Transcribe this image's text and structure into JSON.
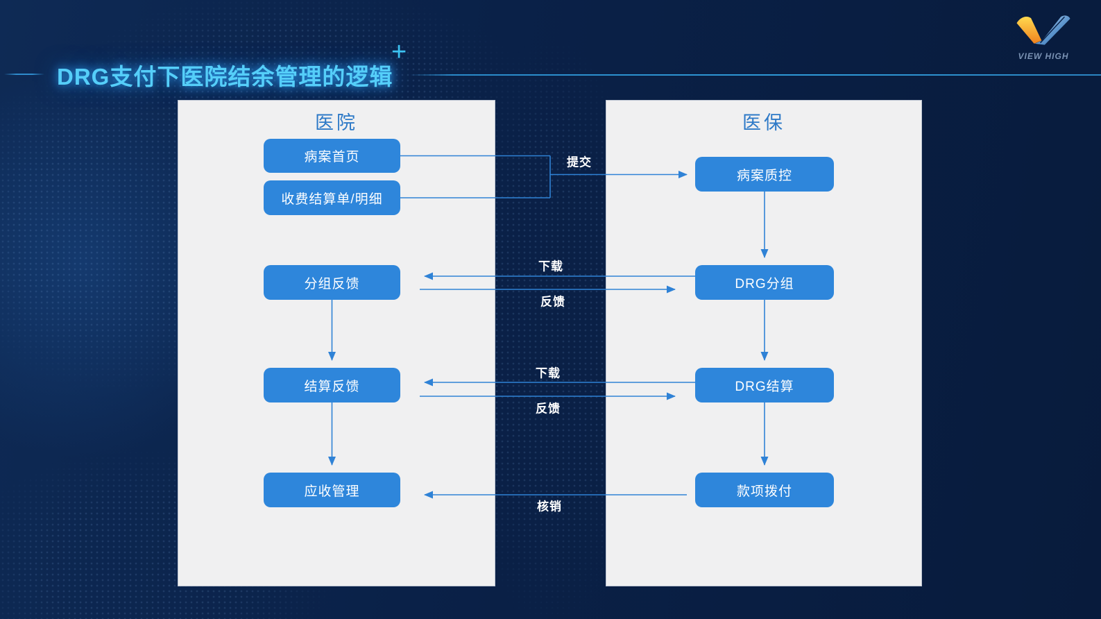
{
  "slide": {
    "title": "DRG支付下医院结余管理的逻辑",
    "plus_mark": "+"
  },
  "logo": {
    "text": "VIEW HIGH"
  },
  "colors": {
    "background": "#0a2148",
    "panel_bg": "#f0f0f1",
    "box_blue": "#2e86db",
    "arrow_blue": "#2f82d6",
    "title_cyan": "#55cef9",
    "panel_title_blue": "#2d79c7",
    "logo_orange": "#f0821e",
    "logo_gold": "#ffd94f"
  },
  "diagram": {
    "hospital_panel": {
      "title": "医院",
      "boxes": [
        {
          "label": "病案首页"
        },
        {
          "label": "收费结算单/明细"
        },
        {
          "label": "分组反馈"
        },
        {
          "label": "结算反馈"
        },
        {
          "label": "应收管理"
        }
      ]
    },
    "insurance_panel": {
      "title": "医保",
      "boxes": [
        {
          "label": "病案质控"
        },
        {
          "label": "DRG分组"
        },
        {
          "label": "DRG结算"
        },
        {
          "label": "款项拨付"
        }
      ]
    },
    "flows": [
      {
        "label": "提交",
        "from": "病案首页 / 收费结算单/明细",
        "to": "病案质控",
        "direction": "right"
      },
      {
        "label": "下载",
        "from": "DRG分组",
        "to": "分组反馈",
        "direction": "left"
      },
      {
        "label": "反馈",
        "from": "分组反馈",
        "to": "DRG分组",
        "direction": "right"
      },
      {
        "label": "下载",
        "from": "DRG结算",
        "to": "结算反馈",
        "direction": "left"
      },
      {
        "label": "反馈",
        "from": "结算反馈",
        "to": "DRG结算",
        "direction": "right"
      },
      {
        "label": "核销",
        "from": "款项拨付",
        "to": "应收管理",
        "direction": "left"
      }
    ],
    "vertical_flows": [
      {
        "from": "分组反馈",
        "to": "结算反馈"
      },
      {
        "from": "结算反馈",
        "to": "应收管理"
      },
      {
        "from": "病案质控",
        "to": "DRG分组"
      },
      {
        "from": "DRG分组",
        "to": "DRG结算"
      },
      {
        "from": "DRG结算",
        "to": "款项拨付"
      }
    ]
  }
}
